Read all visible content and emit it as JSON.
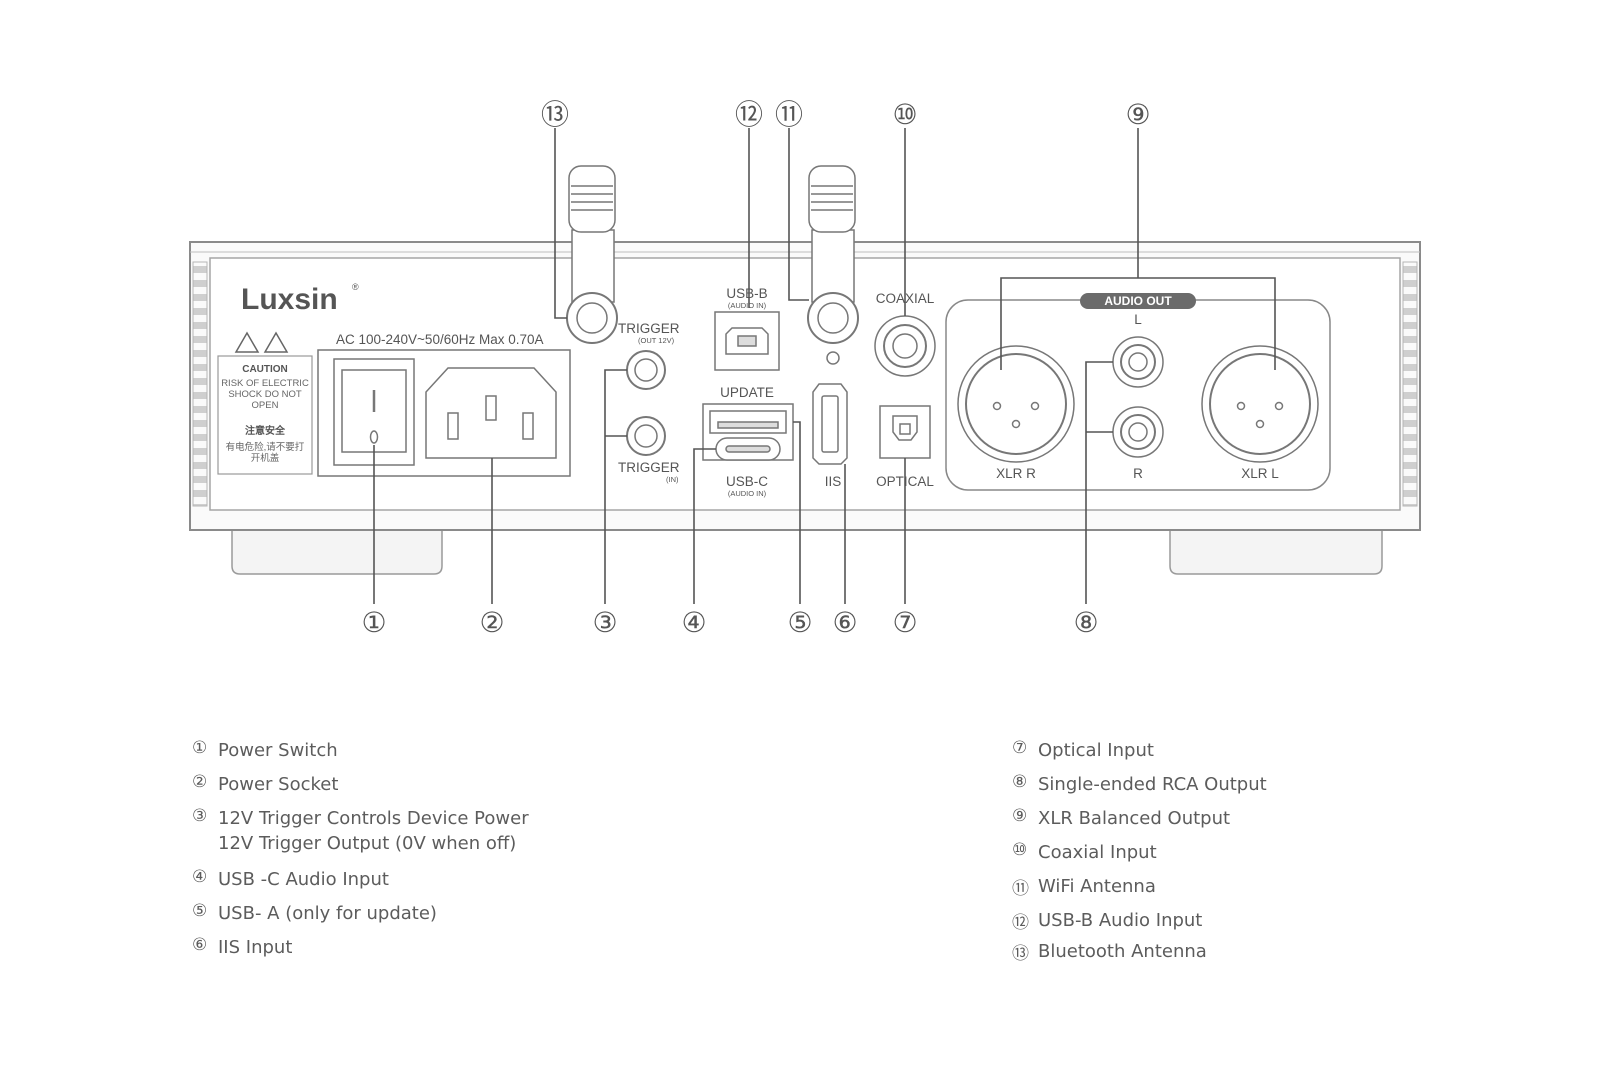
{
  "brand": {
    "name": "Luxsin",
    "mark": "®"
  },
  "panel": {
    "power_rating": "AC 100-240V~50/60Hz Max 0.70A",
    "caution_title": "CAUTION",
    "caution_lines": [
      "RISK OF ELECTRIC",
      "SHOCK DO NOT",
      "OPEN"
    ],
    "safety_title": "注意安全",
    "safety_lines": [
      "有电危险,请不要打",
      "开机盖"
    ],
    "trigger_out": "TRIGGER",
    "trigger_out_sub": "(OUT 12V)",
    "trigger_in": "TRIGGER",
    "trigger_in_sub": "(IN)",
    "usb_b": "USB-B",
    "usb_b_sub": "(AUDIO IN)",
    "update": "UPDATE",
    "usb_c": "USB-C",
    "usb_c_sub": "(AUDIO IN)",
    "iis": "IIS",
    "coaxial": "COAXIAL",
    "optical": "OPTICAL",
    "audio_out": "AUDIO OUT",
    "rca_l": "L",
    "rca_r": "R",
    "xlr_r": "XLR R",
    "xlr_l": "XLR L"
  },
  "callouts": {
    "c1": "①",
    "c2": "②",
    "c3": "③",
    "c4": "④",
    "c5": "⑤",
    "c6": "⑥",
    "c7": "⑦",
    "c8": "⑧",
    "c9": "⑨",
    "c10": "⑩",
    "c11": "⑪",
    "c12": "⑫",
    "c13": "⑬"
  },
  "legend_left": [
    {
      "num": "①",
      "lines": [
        "Power Switch"
      ]
    },
    {
      "num": "②",
      "lines": [
        "Power Socket"
      ]
    },
    {
      "num": "③",
      "lines": [
        "12V Trigger Controls Device Power",
        "12V Trigger Output (0V when off)"
      ]
    },
    {
      "num": "④",
      "lines": [
        "USB -C Audio Input"
      ]
    },
    {
      "num": "⑤",
      "lines": [
        "USB- A (only for update)"
      ]
    },
    {
      "num": "⑥",
      "lines": [
        "IIS Input"
      ]
    }
  ],
  "legend_right": [
    {
      "num": "⑦",
      "lines": [
        "Optical Input"
      ]
    },
    {
      "num": "⑧",
      "lines": [
        "Single-ended RCA Output"
      ]
    },
    {
      "num": "⑨",
      "lines": [
        "XLR Balanced Output"
      ]
    },
    {
      "num": "⑩",
      "lines": [
        "Coaxial Input"
      ]
    },
    {
      "num": "⑪",
      "lines": [
        "WiFi Antenna"
      ]
    },
    {
      "num": "⑫",
      "lines": [
        "USB-B Audio Input"
      ]
    },
    {
      "num": "⑬",
      "lines": [
        "Bluetooth Antenna"
      ]
    }
  ]
}
